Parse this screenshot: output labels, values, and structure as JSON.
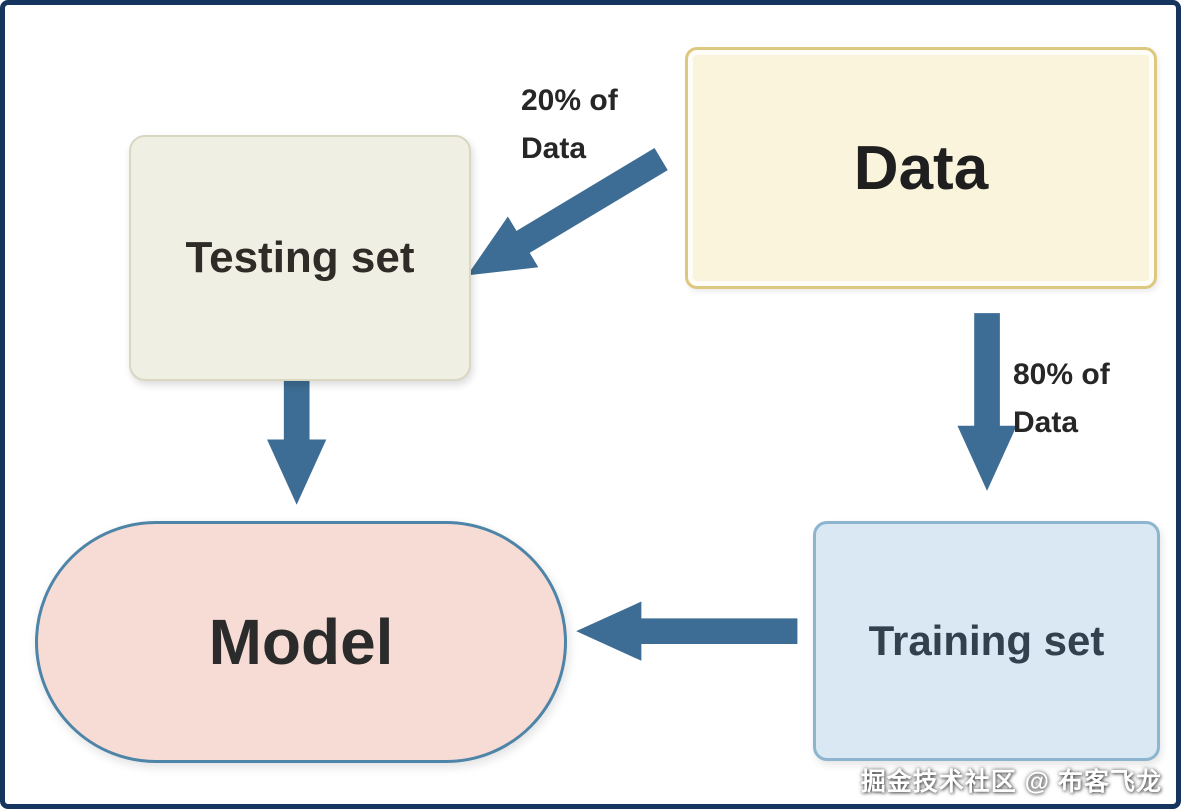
{
  "diagram": {
    "nodes": {
      "data": {
        "label": "Data"
      },
      "testing": {
        "label": "Testing set"
      },
      "training": {
        "label": "Training set"
      },
      "model": {
        "label": "Model"
      }
    },
    "edges": {
      "data_to_testing": {
        "label_line1": "20% of",
        "label_line2": "Data"
      },
      "data_to_training": {
        "label_line1": "80% of",
        "label_line2": "Data"
      },
      "testing_to_model": {
        "label": ""
      },
      "training_to_model": {
        "label": ""
      }
    },
    "watermark": "掘金技术社区 @ 布客飞龙",
    "colors": {
      "frame": "#16355e",
      "arrow": "#3d6d94",
      "data_bg": "#faf4dd",
      "data_border": "#dcc87e",
      "testing_bg": "#f0efe4",
      "testing_border": "#d9d7c2",
      "training_bg": "#d9e8f2",
      "training_border": "#8db5cf",
      "model_bg": "#f6dcd4",
      "model_border": "#4d84a8"
    }
  }
}
